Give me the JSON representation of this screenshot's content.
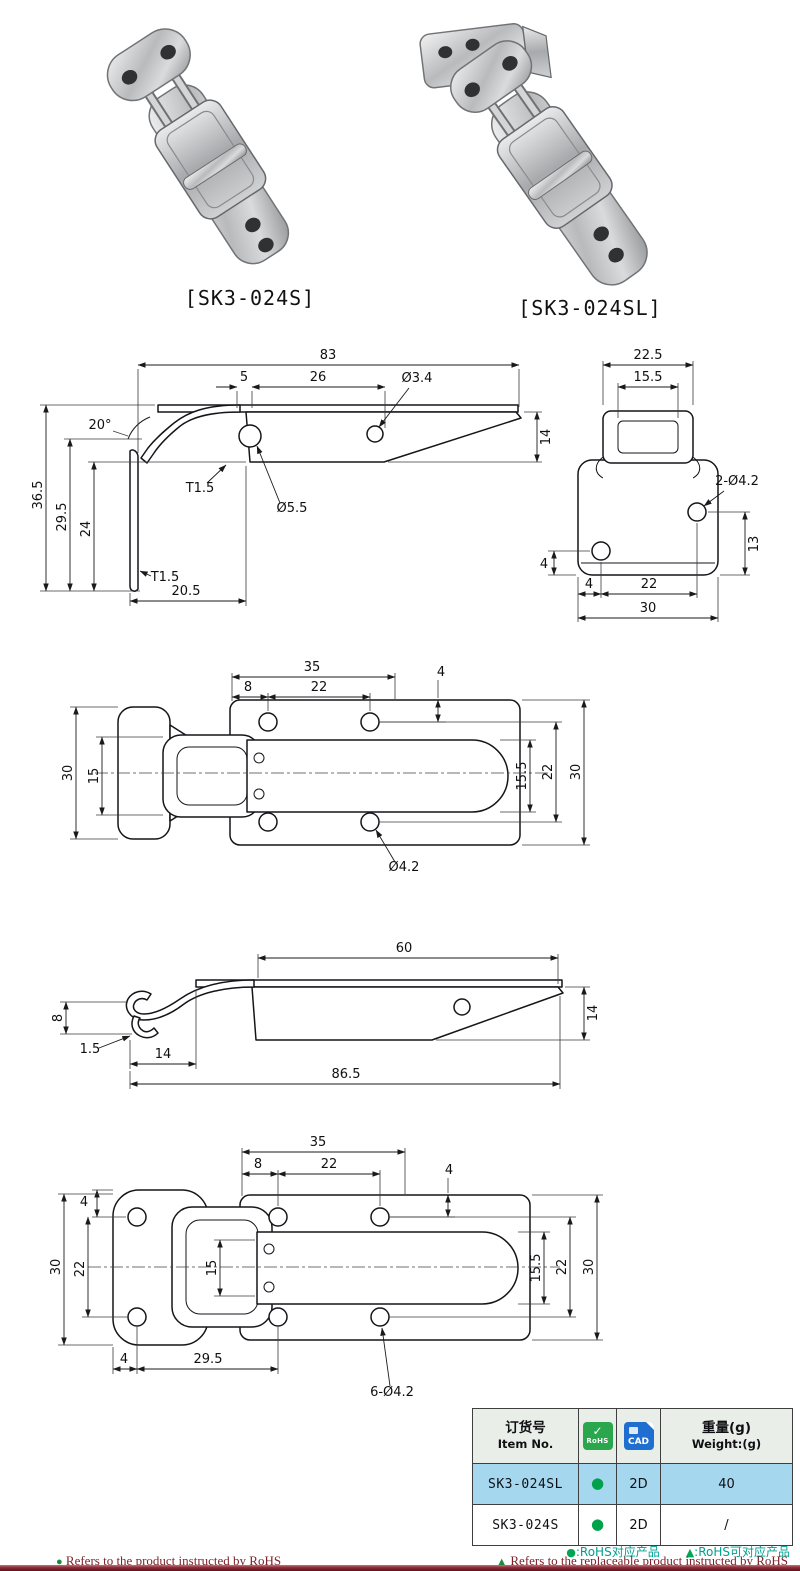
{
  "photos": {
    "left_label": "[SK3-024S]",
    "right_label": "[SK3-024SL]"
  },
  "drawings": {
    "sl_side": {
      "w83": "83",
      "w5": "5",
      "w26": "26",
      "dia34": "Ø3.4",
      "h14": "14",
      "ang20": "20°",
      "h365": "36.5",
      "h295": "29.5",
      "h24": "24",
      "t15_top": "T1.5",
      "dia55": "Ø5.5",
      "t15_leg": "T1.5",
      "w205": "20.5"
    },
    "sl_front": {
      "w225": "22.5",
      "w155": "15.5",
      "holes": "2-Ø4.2",
      "h13": "13",
      "h4": "4",
      "w4": "4",
      "w22": "22",
      "w30": "30"
    },
    "sl_top": {
      "w35": "35",
      "w8": "8",
      "w22": "22",
      "g4": "4",
      "h30l": "30",
      "h15": "15",
      "h155": "15.5",
      "h22": "22",
      "h30r": "30",
      "hole": "Ø4.2"
    },
    "s_side": {
      "w60": "60",
      "h14": "14",
      "h8": "8",
      "t15": "1.5",
      "w14": "14",
      "w865": "86.5"
    },
    "s_top": {
      "w35": "35",
      "w8": "8",
      "w22": "22",
      "g4l": "4",
      "g4r": "4",
      "h30l": "30",
      "h22l": "22",
      "h15": "15",
      "h155": "15.5",
      "h22r": "22",
      "h30r": "30",
      "w4": "4",
      "w295": "29.5",
      "holes": "6-Ø4.2"
    }
  },
  "table": {
    "header": {
      "item_cn": "订货号",
      "item_en": "Item No.",
      "rohs": "RoHS",
      "rohs_check": "✓",
      "cad": "CAD",
      "weight_cn": "重量(g)",
      "weight_en": "Weight:(g)"
    },
    "rows": [
      {
        "item": "SK3-024SL",
        "rohs": "●",
        "cad": "2D",
        "weight": "40"
      },
      {
        "item": "SK3-024S",
        "rohs": "●",
        "cad": "2D",
        "weight": "/"
      }
    ]
  },
  "legend": {
    "dot": "●",
    "dot_text": ":RoHS对应产品",
    "tri": "▲",
    "tri_text": ":RoHS可对应产品"
  },
  "footer": {
    "dot": "●",
    "dot_text": "Refers to the product instructed by RoHS",
    "tri": "▲",
    "tri_text": "Refers to the replaceable product instructed by RoHS"
  }
}
